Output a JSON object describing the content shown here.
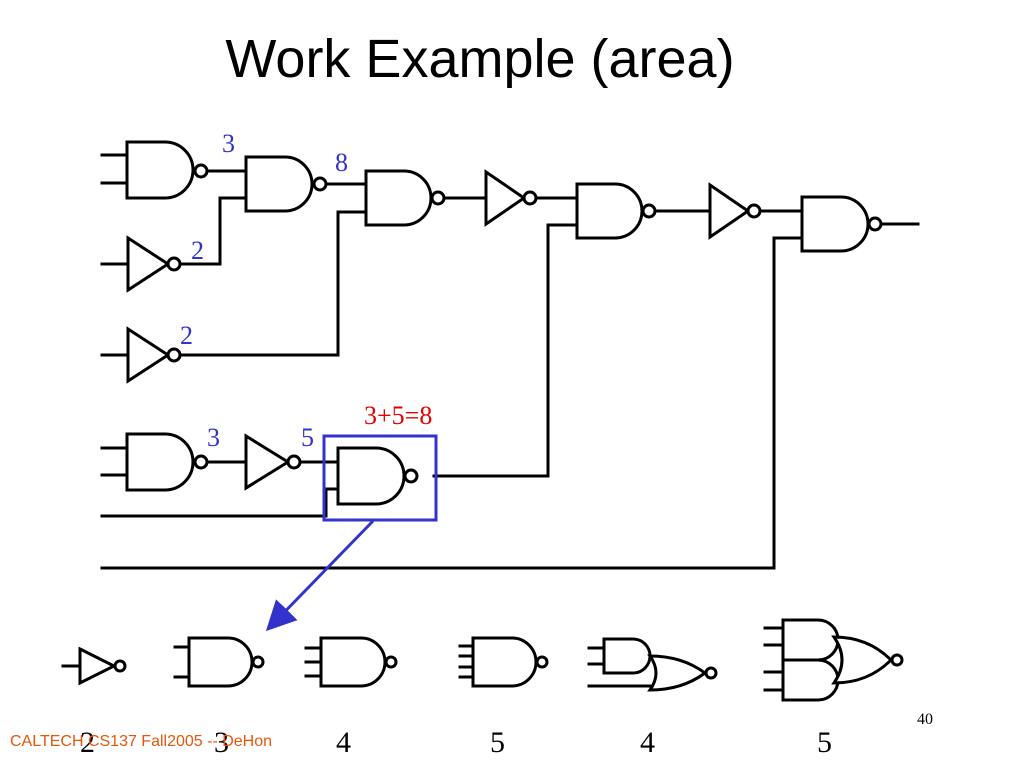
{
  "slide": {
    "title": "Work Example (area)",
    "footer": "CALTECH CS137 Fall2005 -- DeHon",
    "page_number": "40"
  },
  "colors": {
    "blue_label": "#3333cc",
    "red_label": "#e60000",
    "highlight_box": "#3333cc",
    "footer_text": "#e8560a"
  },
  "annotations": {
    "nand_top_left": "3",
    "nand_second": "8",
    "inverter_top": "2",
    "inverter_middle": "2",
    "nand_lower_left": "3",
    "inverter_lower": "5",
    "highlight_sum": "3+5=8"
  },
  "library": {
    "inverter_cost": "2",
    "nand2_cost": "3",
    "nand3_cost": "4",
    "nand4_cost": "5",
    "aoi21_cost": "4",
    "aoi22_cost": "5"
  }
}
